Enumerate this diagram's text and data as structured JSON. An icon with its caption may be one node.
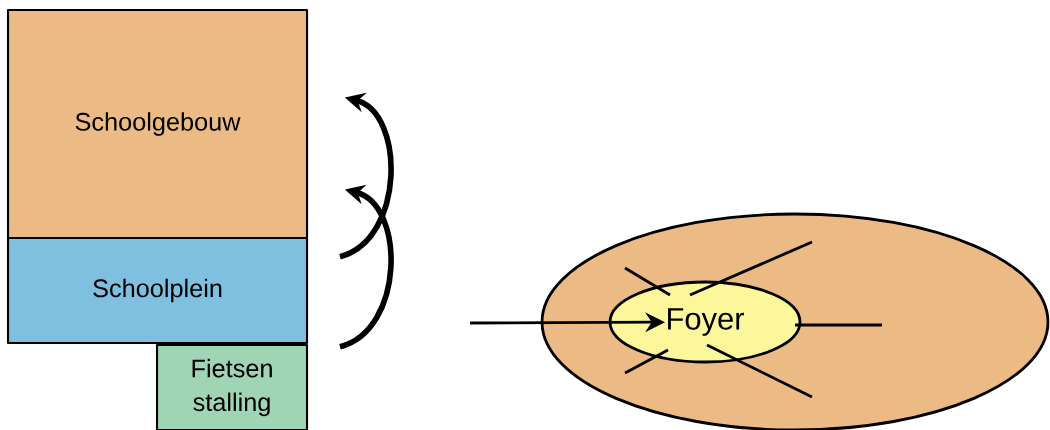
{
  "diagram": {
    "nodes": [
      {
        "text": [
          "Schoolgebouw"
        ]
      },
      {
        "text": [
          "Schoolplein"
        ]
      },
      {
        "text": [
          "Fietsen stalling"
        ]
      },
      {
        "text": [],
        "shape": "ellipse"
      },
      {
        "text": [
          "Foyer"
        ],
        "in": 3
      }
    ],
    "edges": [
      {
        "from": 2,
        "to": 0,
        "arrow": "to",
        "style": "thick"
      },
      {
        "from": 1,
        "to": 0,
        "arrow": "to",
        "style": "thick"
      },
      {
        "from": null,
        "to": 4,
        "arrow": "to"
      },
      {
        "from": 4,
        "to": null,
        "arrow": "none"
      },
      {
        "from": 4,
        "to": null,
        "arrow": "none"
      },
      {
        "from": 4,
        "to": null,
        "arrow": "none"
      },
      {
        "from": 4,
        "to": null,
        "arrow": "none"
      },
      {
        "from": 4,
        "to": null,
        "arrow": "none"
      }
    ]
  }
}
